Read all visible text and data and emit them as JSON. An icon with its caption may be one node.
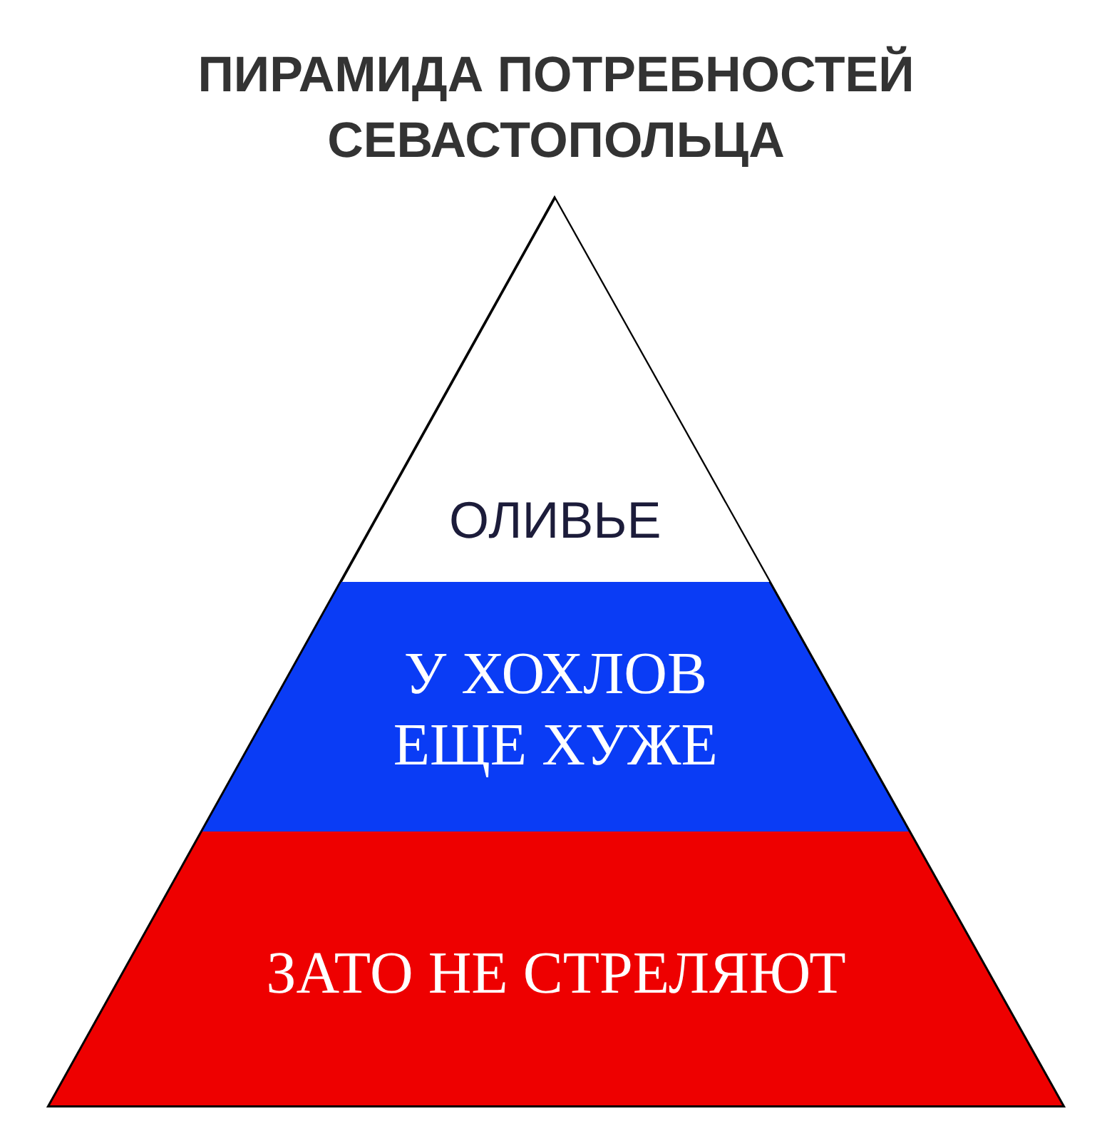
{
  "diagram": {
    "title": "ПИРАМИДА ПОТРЕБНОСТЕЙ СЕВАСТОПОЛЬЦА",
    "nodes": [
      {
        "text": [
          "ОЛИВЬЕ"
        ]
      },
      {
        "text": [
          "У ХОХЛОВ ЕЩЕ ХУЖЕ"
        ]
      },
      {
        "text": [
          "ЗАТО НЕ СТРЕЛЯЮТ"
        ]
      }
    ]
  }
}
